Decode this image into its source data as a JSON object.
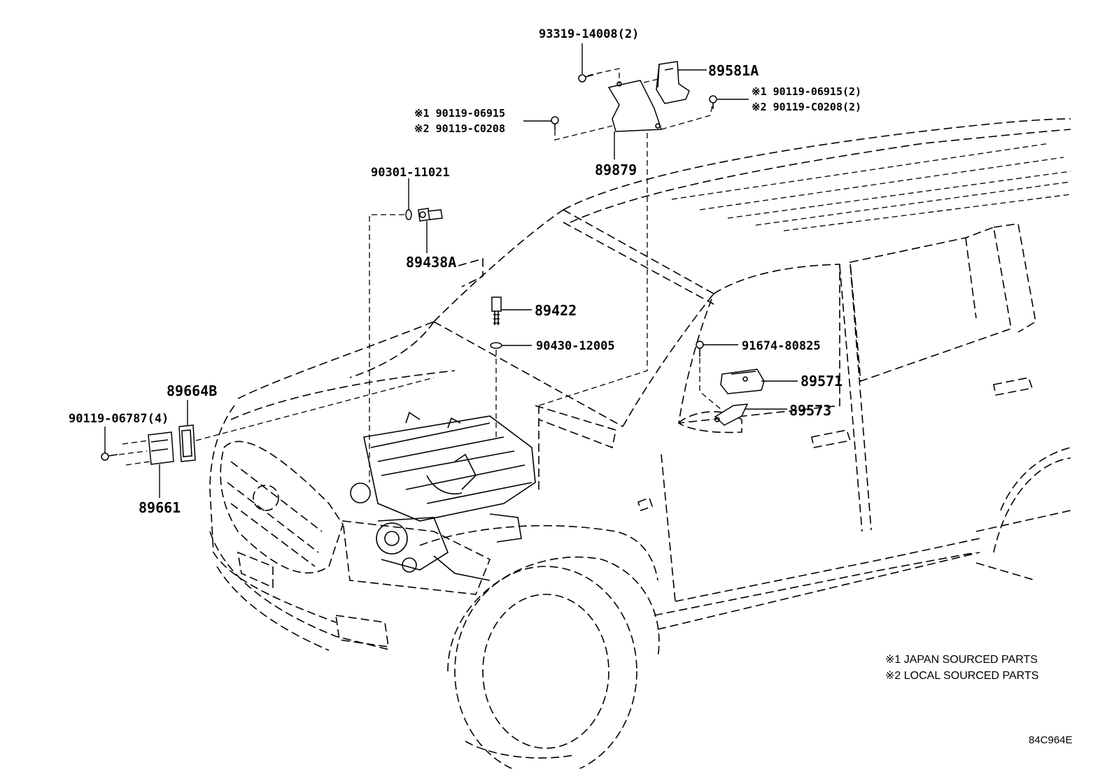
{
  "diagram": {
    "parts": {
      "p93319": "93319-14008(2)",
      "p89581A": "89581A",
      "p89879": "89879",
      "left_bolt_1": "※1 90119-06915",
      "left_bolt_2": "※2 90119-C0208",
      "right_bolt_1": "※1 90119-06915(2)",
      "right_bolt_2": "※2 90119-C0208(2)",
      "p90301": "90301-11021",
      "p89438A": "89438A",
      "p89422": "89422",
      "p90430": "90430-12005",
      "p91674": "91674-80825",
      "p89571": "89571",
      "p89573": "89573",
      "p89664B": "89664B",
      "p90119_06787": "90119-06787(4)",
      "p89661": "89661"
    },
    "legend": {
      "note1": "※1 JAPAN SOURCED PARTS",
      "note2": "※2 LOCAL SOURCED PARTS"
    },
    "drawing_code": "84C964E"
  }
}
